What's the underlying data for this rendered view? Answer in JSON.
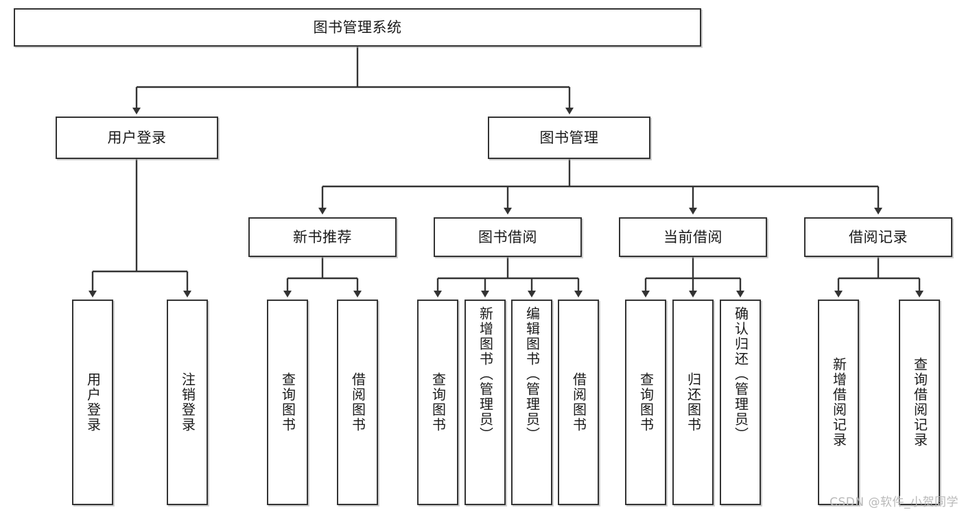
{
  "diagram": {
    "type": "tree",
    "title": "图书管理系统",
    "watermark": "CSDN @软件_小贺同学",
    "colors": {
      "box_border": "#333333",
      "box_fill": "#ffffff",
      "connector": "#333333",
      "text": "#1a1a1a",
      "watermark": "#b9b9b9"
    },
    "root": {
      "label": "图书管理系统"
    },
    "level2": [
      {
        "label": "用户登录"
      },
      {
        "label": "图书管理"
      }
    ],
    "level3": [
      {
        "label": "新书推荐"
      },
      {
        "label": "图书借阅"
      },
      {
        "label": "当前借阅"
      },
      {
        "label": "借阅记录"
      }
    ],
    "leaves": {
      "user_login": [
        {
          "label": "用户登录"
        },
        {
          "label": "注销登录"
        }
      ],
      "new_book_recommend": [
        {
          "label": "查询图书"
        },
        {
          "label": "借阅图书"
        }
      ],
      "book_borrow": [
        {
          "label": "查询图书"
        },
        {
          "label": "新增图书（管理员）"
        },
        {
          "label": "编辑图书（管理员）"
        },
        {
          "label": "借阅图书"
        }
      ],
      "current_borrow": [
        {
          "label": "查询图书"
        },
        {
          "label": "归还图书"
        },
        {
          "label": "确认归还（管理员）"
        }
      ],
      "borrow_records": [
        {
          "label": "新增借阅记录"
        },
        {
          "label": "查询借阅记录"
        }
      ]
    }
  }
}
